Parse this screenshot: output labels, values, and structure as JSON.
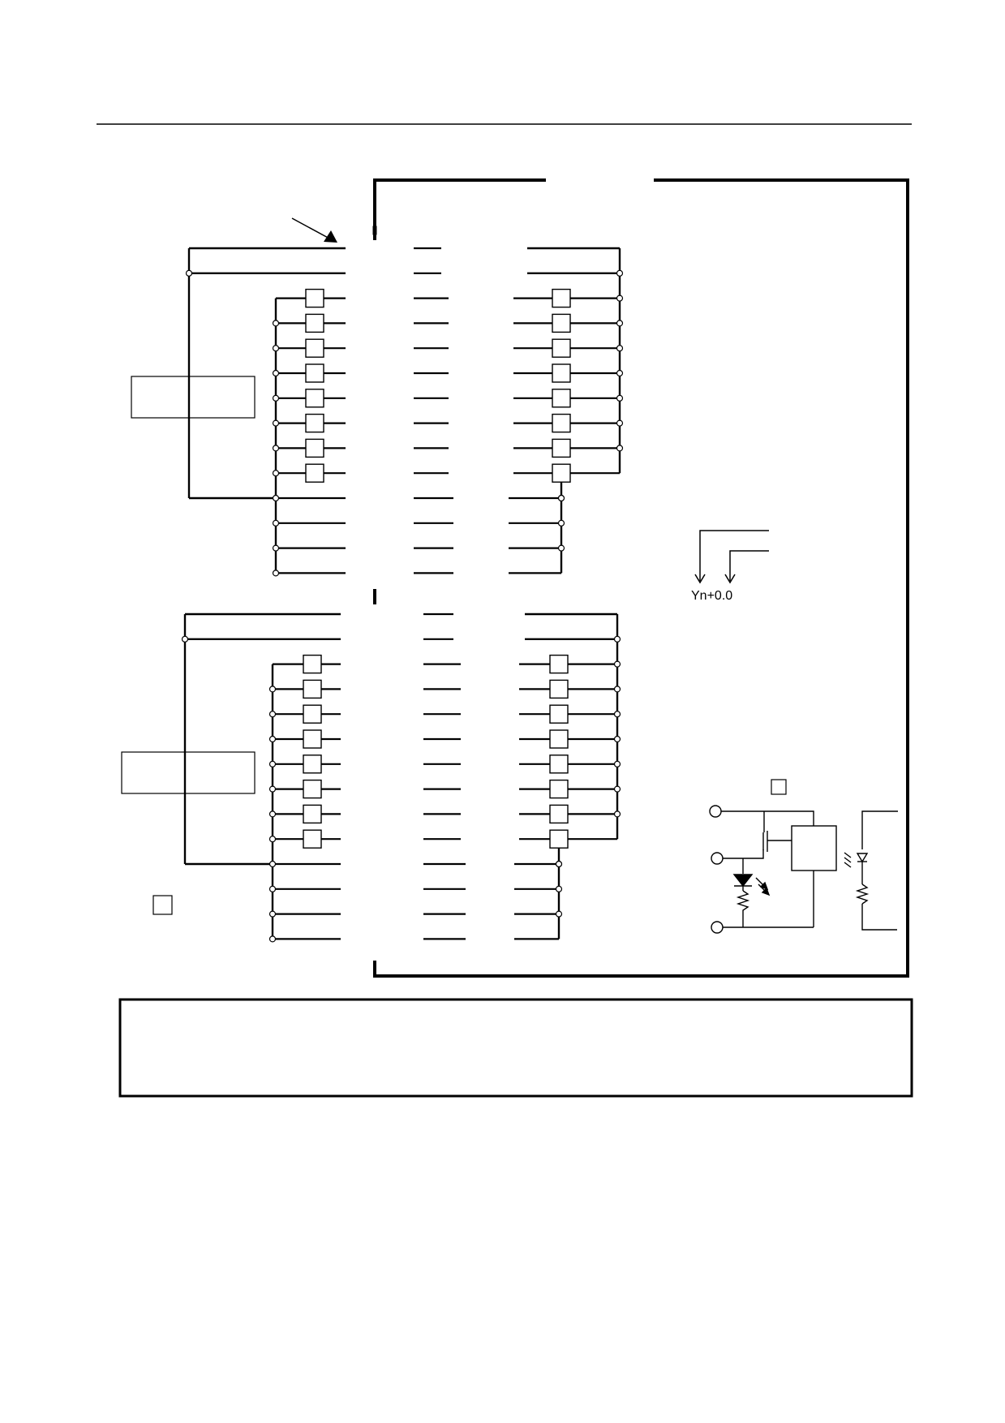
{
  "diagram": {
    "output_label": "Yn+0.0",
    "line_color": "#000000",
    "background": "#ffffff",
    "connector_blocks": 2,
    "load_boxes_per_side_per_block": 8,
    "pins_per_side_per_block": 14
  }
}
